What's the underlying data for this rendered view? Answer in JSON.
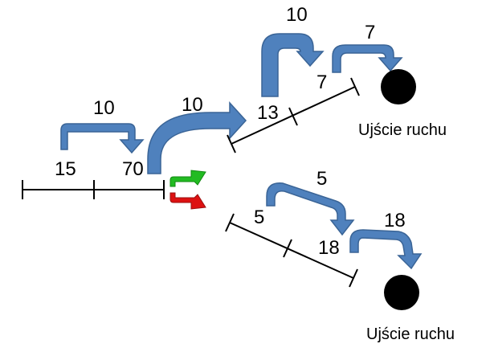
{
  "colors": {
    "arrow": "#4f81bd",
    "arrow_stroke": "#3a6496",
    "signal_green": "#22bb22",
    "signal_red": "#dd1111",
    "sink": "#000000"
  },
  "input_road": {
    "cells": [
      "15",
      "70"
    ],
    "flows": [
      "10"
    ]
  },
  "transfer_upper": "10",
  "upper_road": {
    "cells": [
      "13",
      "7"
    ],
    "flows": [
      "10"
    ],
    "outflow": "7",
    "sink_label": "Ujście ruchu"
  },
  "lower_road": {
    "cells": [
      "5",
      "18"
    ],
    "flows": [
      "5"
    ],
    "outflow": "18",
    "sink_label": "Ujście ruchu"
  }
}
